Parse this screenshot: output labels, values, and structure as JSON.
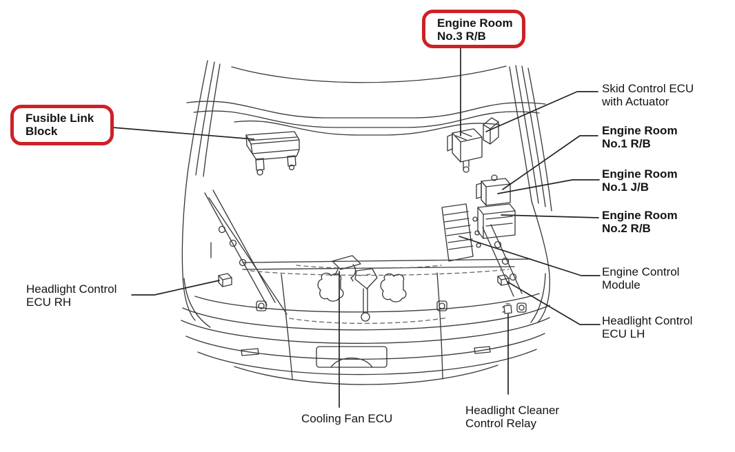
{
  "diagram": {
    "title": "Engine compartment component location diagram (top view)",
    "colors": {
      "background": "#ffffff",
      "line": "#3a3a3a",
      "leader": "#222222",
      "text": "#141414",
      "highlight_red": "#cc2127"
    },
    "labels": {
      "engine_room_no3_rb": {
        "line1": "Engine Room",
        "line2": "No.3 R/B",
        "bold": true,
        "highlighted": true
      },
      "fusible_link_block": {
        "line1": "Fusible Link",
        "line2": "Block",
        "bold": true,
        "highlighted": true
      },
      "skid_control_ecu": {
        "line1": "Skid Control ECU",
        "line2": "with Actuator",
        "bold": false,
        "highlighted": false
      },
      "engine_room_no1_rb": {
        "line1": "Engine Room",
        "line2": "No.1 R/B",
        "bold": true,
        "highlighted": false
      },
      "engine_room_no1_jb": {
        "line1": "Engine Room",
        "line2": "No.1 J/B",
        "bold": true,
        "highlighted": false
      },
      "engine_room_no2_rb": {
        "line1": "Engine Room",
        "line2": "No.2 R/B",
        "bold": true,
        "highlighted": false
      },
      "engine_control_module": {
        "line1": "Engine Control",
        "line2": "Module",
        "bold": false,
        "highlighted": false
      },
      "headlight_control_ecu_lh": {
        "line1": "Headlight Control",
        "line2": "ECU LH",
        "bold": false,
        "highlighted": false
      },
      "headlight_control_ecu_rh": {
        "line1": "Headlight Control",
        "line2": "ECU RH",
        "bold": false,
        "highlighted": false
      },
      "headlight_cleaner_control_relay": {
        "line1": "Headlight Cleaner",
        "line2": "Control Relay",
        "bold": false,
        "highlighted": false
      },
      "cooling_fan_ecu": {
        "line1": "Cooling Fan ECU",
        "line2": "",
        "bold": false,
        "highlighted": false
      }
    }
  }
}
